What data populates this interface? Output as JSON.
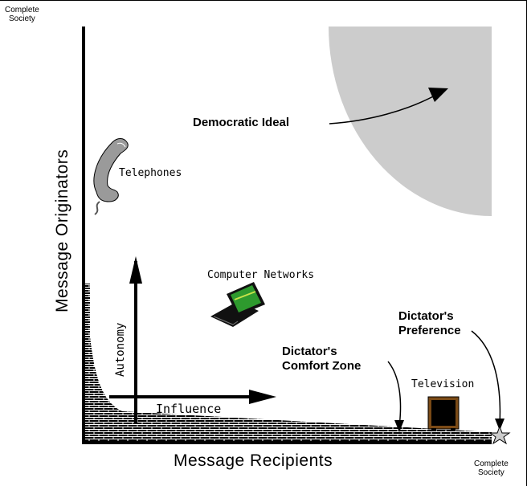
{
  "axes": {
    "y_label": "Message Originators",
    "x_label": "Message Recipients",
    "y_end_label": [
      "Complete",
      "Society"
    ],
    "x_end_label": [
      "Complete",
      "Society"
    ]
  },
  "labels": {
    "democratic_ideal": "Democratic Ideal",
    "telephones": "Telephones",
    "computer_networks": "Computer Networks",
    "autonomy": "Autonomy",
    "influence": "Influence",
    "dictators_comfort_zone": [
      "Dictator's",
      "Comfort Zone"
    ],
    "dictators_preference": [
      "Dictator's",
      "Preference"
    ],
    "television": "Television"
  },
  "icons": [
    "telephone-icon",
    "laptop-icon",
    "television-icon",
    "star-icon"
  ],
  "colors": {
    "ideal_region": "#cccccc",
    "wall": "#000000",
    "screen": "#2e9a2e"
  }
}
